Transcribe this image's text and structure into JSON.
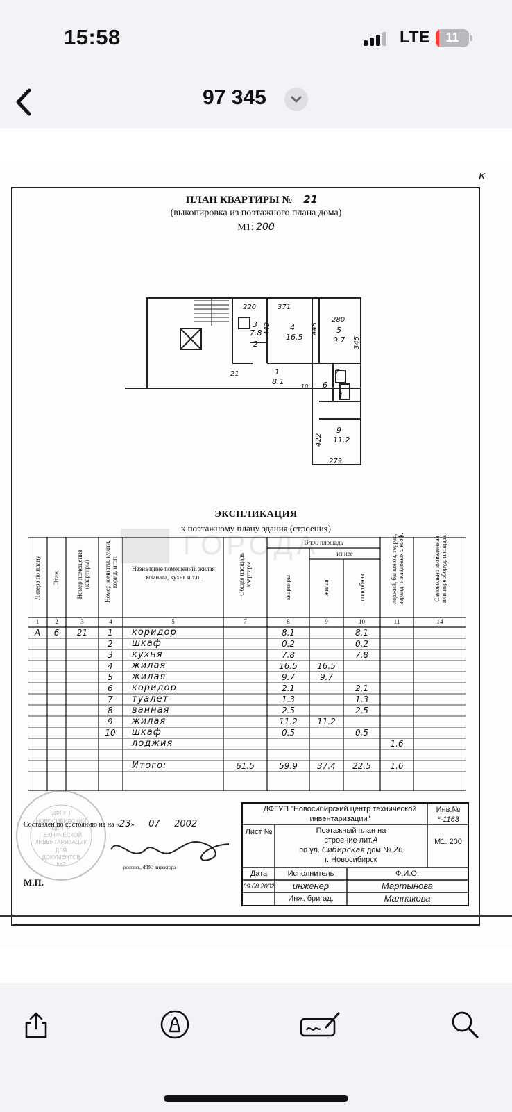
{
  "status": {
    "time": "15:58",
    "network": "LTE",
    "battery": "11",
    "battery_level": 0.11
  },
  "nav": {
    "title": "97 345",
    "back_icon": "chevron-left-icon",
    "title_menu_icon": "chevron-down-icon"
  },
  "document": {
    "corner_mark": "к",
    "title": "ПЛАН КВАРТИРЫ №",
    "apartment_no": "21",
    "subtitle": "(выкопировка из поэтажного плана дома)",
    "scale_label": "М1:",
    "scale_value": "200",
    "plan_dims": [
      "220",
      "371",
      "443",
      "445",
      "280",
      "345",
      "21",
      "422",
      "279"
    ],
    "plan_rooms": [
      {
        "num": "3",
        "area": "7.8"
      },
      {
        "num": "2",
        "area": ""
      },
      {
        "num": "4",
        "area": "16.5"
      },
      {
        "num": "5",
        "area": "9.7"
      },
      {
        "num": "1",
        "area": "8.1"
      },
      {
        "num": "10",
        "area": ""
      },
      {
        "num": "6",
        "area": ""
      },
      {
        "num": "7",
        "area": ""
      },
      {
        "num": "8",
        "area": ""
      },
      {
        "num": "9",
        "area": "11.2"
      }
    ],
    "watermark": "ГОРОДА",
    "explication_title": "ЭКСПЛИКАЦИЯ",
    "explication_subtitle": "к поэтажному плану здания (строения)",
    "table": {
      "headers": {
        "litera": "Литера по плану",
        "floor": "Этаж",
        "apt_no": "Номер помещения (квартиры)",
        "room_no": "Номер комнаты, кухни, корид. и т.п.",
        "purpose": "Назначение помещений: жилая комната, кухня и т.п.",
        "total_area": "Общая площадь квартиры",
        "group_label": "В т.ч. площадь",
        "sub_group_label": "из нее",
        "apt_area": "квартиры",
        "living": "жилая",
        "auxiliary": "подсобная",
        "loggias": "лоджий, балконов, террас, веранд, и кладовых с коэф.",
        "unauthorized": "Самовольно возведенная или переоборуд. площадь"
      },
      "column_numbers": [
        "1",
        "2",
        "3",
        "4",
        "5",
        "7",
        "8",
        "9",
        "10",
        "11",
        "14"
      ],
      "first_row": {
        "litera": "А",
        "floor": "6",
        "apt_no": "21"
      },
      "rows": [
        {
          "num": "1",
          "name": "коридор",
          "apt": "8.1",
          "living": "",
          "aux": "8.1",
          "loggia": ""
        },
        {
          "num": "2",
          "name": "шкаф",
          "apt": "0.2",
          "living": "",
          "aux": "0.2",
          "loggia": ""
        },
        {
          "num": "3",
          "name": "кухня",
          "apt": "7.8",
          "living": "",
          "aux": "7.8",
          "loggia": ""
        },
        {
          "num": "4",
          "name": "жилая",
          "apt": "16.5",
          "living": "16.5",
          "aux": "",
          "loggia": ""
        },
        {
          "num": "5",
          "name": "жилая",
          "apt": "9.7",
          "living": "9.7",
          "aux": "",
          "loggia": ""
        },
        {
          "num": "6",
          "name": "коридор",
          "apt": "2.1",
          "living": "",
          "aux": "2.1",
          "loggia": ""
        },
        {
          "num": "7",
          "name": "туалет",
          "apt": "1.3",
          "living": "",
          "aux": "1.3",
          "loggia": ""
        },
        {
          "num": "8",
          "name": "ванная",
          "apt": "2.5",
          "living": "",
          "aux": "2.5",
          "loggia": ""
        },
        {
          "num": "9",
          "name": "жилая",
          "apt": "11.2",
          "living": "11.2",
          "aux": "",
          "loggia": ""
        },
        {
          "num": "10",
          "name": "шкаф",
          "apt": "0.5",
          "living": "",
          "aux": "0.5",
          "loggia": ""
        },
        {
          "num": "",
          "name": "лоджия",
          "apt": "",
          "living": "",
          "aux": "",
          "loggia": "1.6"
        }
      ],
      "total": {
        "name": "Итого:",
        "total": "61.5",
        "apt": "59.9",
        "living": "37.4",
        "aux": "22.5",
        "loggia": "1.6"
      }
    },
    "stamp_text": [
      "ДФГУП",
      "НОВОСИБИРСКИЙ",
      "ЦЕНТР",
      "ТЕХНИЧЕСКОЙ",
      "ИНВЕНТАРИЗАЦИИ",
      "ДЛЯ",
      "ДОКУМЕНТОВ",
      "№2"
    ],
    "state_label": "Составлен по состоянию на",
    "state_day": "23",
    "state_month": "07",
    "state_year": "2002",
    "signature_label": "роспись, ФИО директора",
    "mp_label": "М.П.",
    "title_block": {
      "org": "ДФГУП \"Новосибирский центр технической инвентаризации\"",
      "inv_label": "Инв.№",
      "inv_value": "*-1163",
      "sheet_label": "Лист №",
      "desc_line1": "Поэтажный план на",
      "desc_line2": "строение лит.",
      "desc_lit": "А",
      "desc_line3": "по ул.",
      "desc_street": "Сибирская",
      "desc_house_label": "дом №",
      "desc_house": "26",
      "desc_city": "г. Новосибирск",
      "scale": "М1: 200",
      "date_label": "Дата",
      "executor_label": "Исполнитель",
      "fio_label": "Ф.И.О.",
      "date_value": "09.08.2002",
      "executor_value": "инженер",
      "executor_name": "Мартынова",
      "brigade_label": "Инж. бригад.",
      "brigade_name": "Малпакова"
    }
  },
  "toolbar": {
    "share_icon": "share-icon",
    "markup_icon": "markup-pen-icon",
    "signature_icon": "signature-icon",
    "search_icon": "search-icon"
  }
}
